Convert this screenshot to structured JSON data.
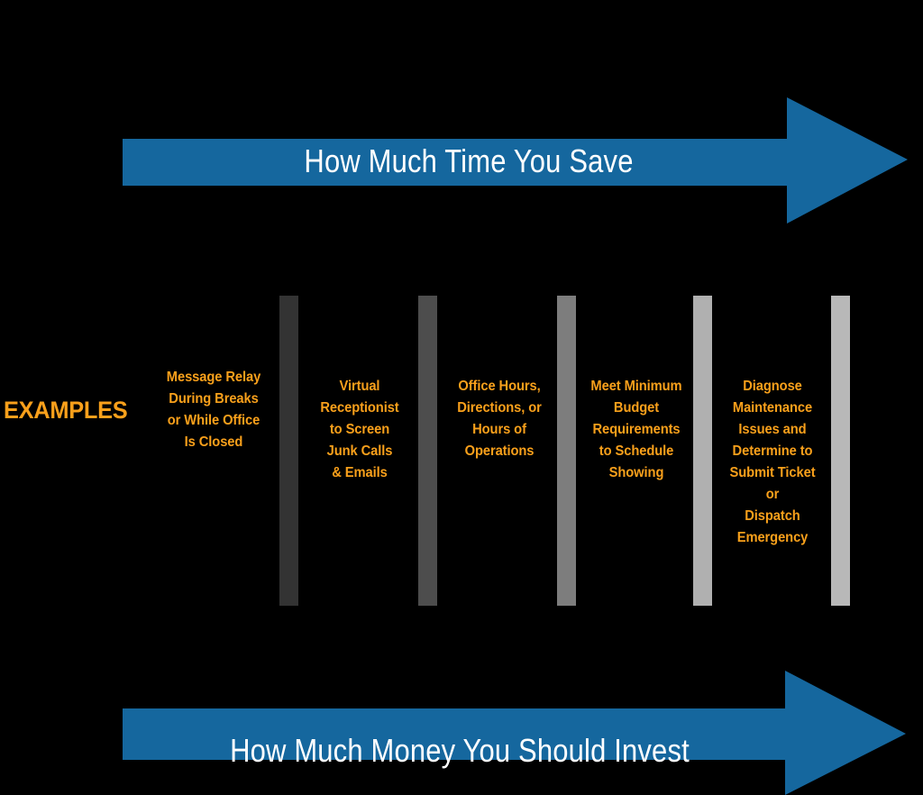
{
  "diagram": {
    "type": "scale-continuum",
    "background_color": "#000000",
    "accent_blue": "#15679e",
    "accent_orange": "#f9a01b",
    "top_arrow": {
      "label": "How Much Time You Save",
      "direction": "right",
      "color": "#15679e",
      "text_color": "#ffffff"
    },
    "bottom_arrow": {
      "label": "How Much Money You Should Invest",
      "direction": "right",
      "color": "#15679e",
      "text_color": "#ffffff"
    },
    "row_label": "EXAMPLES",
    "columns": [
      {
        "index": 1,
        "text": "Message Relay During Breaks or While Office Is Closed",
        "lines": [
          "Message Relay",
          "During Breaks",
          "or While Office",
          "Is Closed"
        ],
        "bar_color": "#333333"
      },
      {
        "index": 2,
        "text": "Virtual Receptionist to Screen Junk Calls & Emails",
        "lines": [
          "Virtual",
          "Receptionist",
          "to Screen",
          "Junk Calls",
          "& Emails"
        ],
        "bar_color": "#4d4d4d"
      },
      {
        "index": 3,
        "text": "Office Hours, Directions, or Hours of Operations",
        "lines": [
          "Office Hours,",
          "Directions, or",
          "Hours of",
          "Operations"
        ],
        "bar_color": "#7d7d7d"
      },
      {
        "index": 4,
        "text": "Meet Minimum Budget Requirements to Schedule Showing",
        "lines": [
          "Meet Minimum",
          "Budget",
          "Requirements",
          "to Schedule",
          "Showing"
        ],
        "bar_color": "#b0b0b0"
      },
      {
        "index": 5,
        "text": "Diagnose Maintenance Issues and Determine to Submit Ticket or Dispatch Emergency",
        "lines": [
          "Diagnose",
          "Maintenance",
          "Issues and",
          "Determine to",
          "Submit Ticket",
          "or",
          "Dispatch",
          "Emergency"
        ],
        "bar_color": "#b8b8b8"
      }
    ],
    "bars": [
      {
        "name": "divider-1",
        "color": "#333333"
      },
      {
        "name": "divider-2",
        "color": "#4d4d4d"
      },
      {
        "name": "divider-3",
        "color": "#7d7d7d"
      },
      {
        "name": "divider-4",
        "color": "#b0b0b0"
      },
      {
        "name": "divider-5",
        "color": "#b8b8b8"
      }
    ]
  }
}
